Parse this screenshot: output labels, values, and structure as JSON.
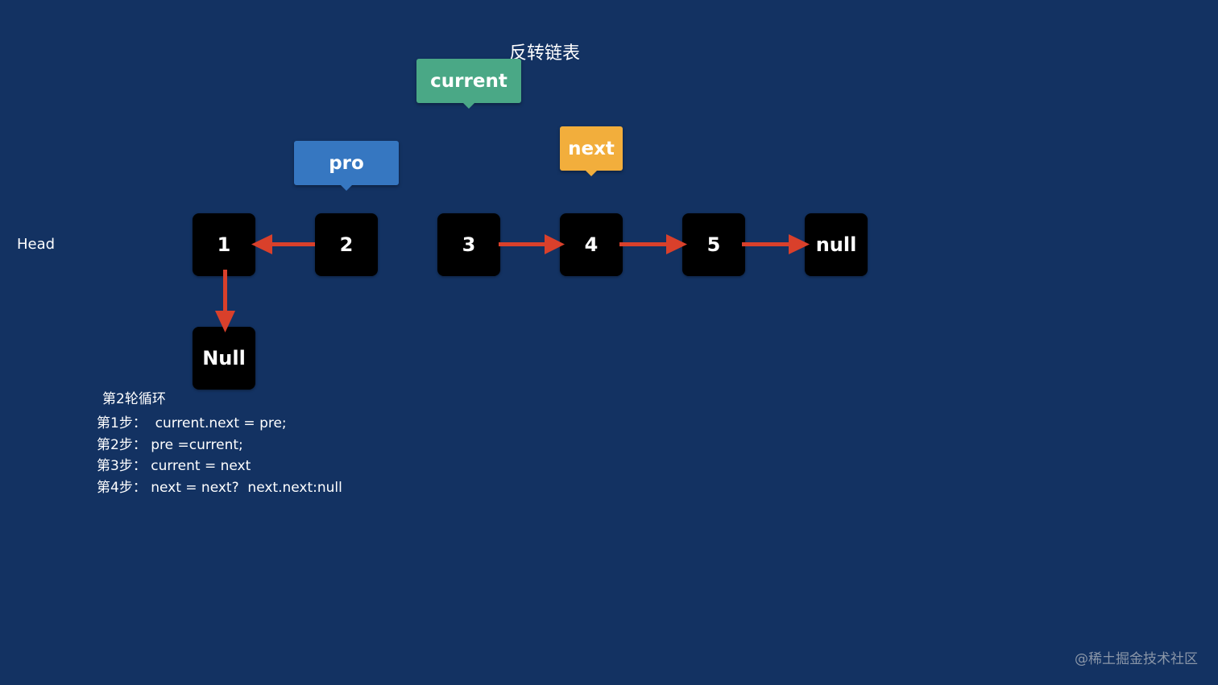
{
  "diagram": {
    "title": "反转链表",
    "head_label": "Head",
    "nodes": [
      "1",
      "2",
      "3",
      "4",
      "5",
      "null",
      "Null"
    ],
    "pointers": {
      "pro": "pro",
      "current": "current",
      "next": "next"
    },
    "loop_title": "第2轮循环",
    "steps": [
      "第1步：  current.next = pre;",
      "第2步： pre =current;",
      "第3步： current = next",
      "第4步： next = next?  next.next:null"
    ],
    "watermark": "@稀土掘金技术社区"
  },
  "colors": {
    "background": "#133262",
    "node": "#000000",
    "arrow": "#d9402b",
    "pro": "#3677c1",
    "current": "#4aa886",
    "next": "#f2ae3c"
  }
}
